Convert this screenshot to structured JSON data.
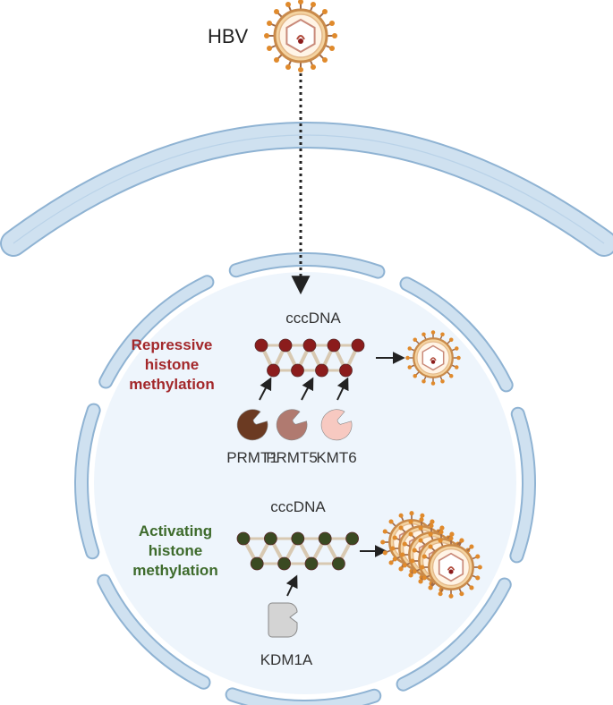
{
  "virus_label": "HBV",
  "repressive": {
    "title_lines": [
      "Repressive",
      "histone",
      "methylation"
    ],
    "dna_label": "cccDNA",
    "enzymes": [
      {
        "name": "PRMT1",
        "color": "#6b3a22"
      },
      {
        "name": "PRMT5",
        "color": "#b07a70"
      },
      {
        "name": "KMT6",
        "color": "#f7c9c1"
      }
    ],
    "node_color": "#8b1c1c",
    "title_color": "#a3282b",
    "outcome": "single-virion"
  },
  "activating": {
    "title_lines": [
      "Activating",
      "histone",
      "methylation"
    ],
    "dna_label": "cccDNA",
    "enzymes": [
      {
        "name": "KDM1A",
        "color": "#d4d4d4"
      }
    ],
    "node_color": "#3a4a22",
    "title_color": "#3e6b2c",
    "outcome": "multiple-virions"
  },
  "colors": {
    "membrane_fill": "#cfe1f0",
    "membrane_stroke": "#8fb3d3",
    "nucleus_fill": "#eef5fc",
    "text": "#333333"
  }
}
